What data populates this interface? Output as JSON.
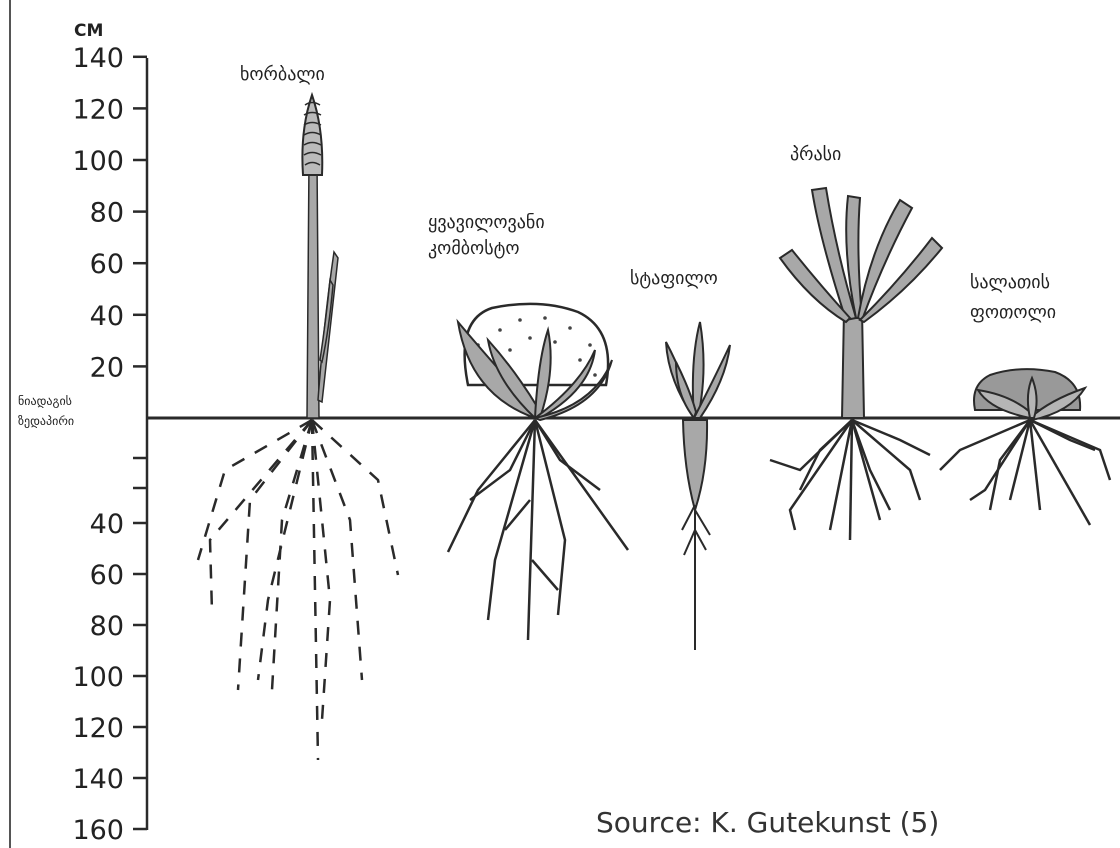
{
  "axis": {
    "unit": "CM",
    "above_ticks": [
      "140",
      "120",
      "100",
      "80",
      "60",
      "40",
      "20"
    ],
    "below_ticks": [
      "40",
      "60",
      "80",
      "100",
      "120",
      "140",
      "160"
    ]
  },
  "ground_label": [
    "ნიადაგის",
    "ზედაპირი"
  ],
  "plants": [
    {
      "id": "wheat",
      "label": [
        "ხორბალი"
      ]
    },
    {
      "id": "cauliflower",
      "label": [
        "ყვავილოვანი",
        "კომბოსტო"
      ]
    },
    {
      "id": "carrot",
      "label": [
        "სტაფილო"
      ]
    },
    {
      "id": "leek",
      "label": [
        "პრასი"
      ]
    },
    {
      "id": "lettuce",
      "label": [
        "სალათის",
        "ფოთოლი"
      ]
    }
  ],
  "source": "Source: K. Gutekunst (5)",
  "colors": {
    "line": "#2a2a2a",
    "plant_fill": "#a8a8a8",
    "bg": "#ffffff"
  }
}
